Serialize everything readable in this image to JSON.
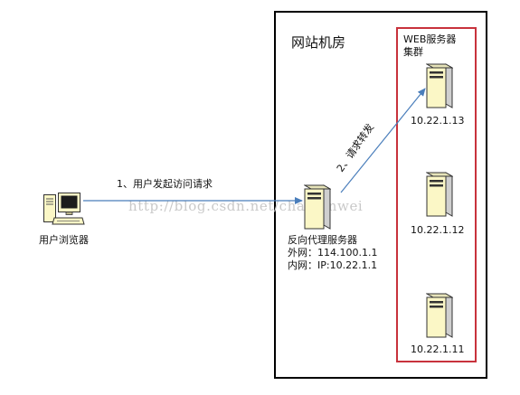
{
  "datacenter": {
    "title": "网站机房"
  },
  "cluster": {
    "title_line1": "WEB服务器",
    "title_line2": "集群"
  },
  "browser": {
    "label": "用户浏览器",
    "icon": "computer-icon"
  },
  "proxy": {
    "label": "反向代理服务器",
    "external": "外网：114.100.1.1",
    "internal": "内网：IP:10.22.1.1",
    "icon": "server-icon"
  },
  "servers": [
    {
      "ip": "10.22.1.13",
      "icon": "server-icon"
    },
    {
      "ip": "10.22.1.12",
      "icon": "server-icon"
    },
    {
      "ip": "10.22.1.11",
      "icon": "server-icon"
    }
  ],
  "arrows": {
    "step1": "1、用户发起访问请求",
    "step2": "2、请求转发"
  },
  "watermark": "http://blog.csdn.net/chaofanwei",
  "colors": {
    "arrow": "#4a7ebb",
    "cluster_border": "#c8323c",
    "server_body": "#fbf7c6"
  }
}
